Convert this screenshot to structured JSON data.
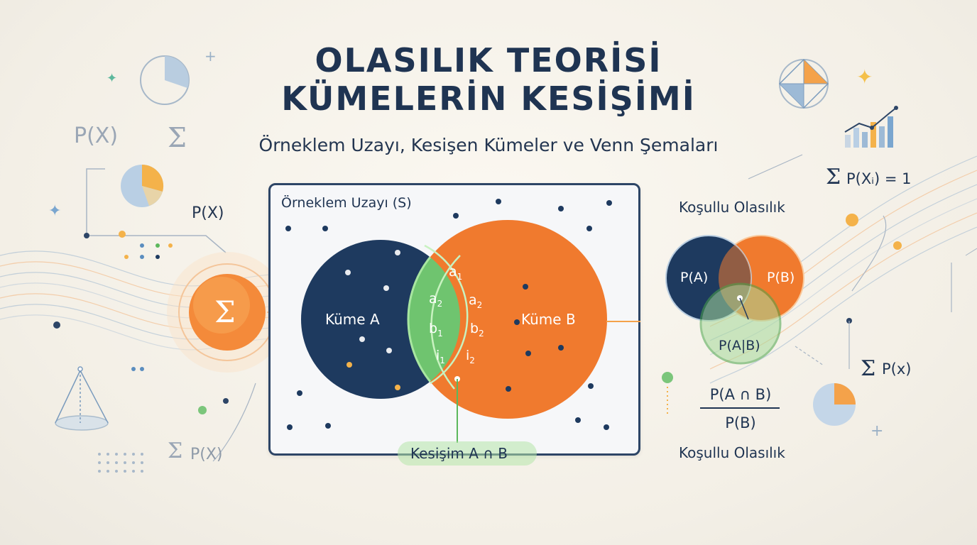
{
  "title_line1": "OLASILIK TEORİSİ",
  "title_line2": "KÜMELERİN KESİŞİMİ",
  "subtitle": "Örneklem Uzayı, Kesişen Kümeler ve Venn Şemaları",
  "sample_space_label": "Örneklem Uzayı (S)",
  "set_a_label": "Küme A",
  "set_b_label": "Küme B",
  "intersection_label": "Kesişim A ∩ B",
  "intersection_elements": [
    "a",
    "1",
    "a",
    "2",
    "a",
    "2",
    "b",
    "1",
    "b",
    "2",
    "i",
    "1",
    "i",
    "2"
  ],
  "conditional_title": "Koşullu Olasılık",
  "conditional_bottom": "Koşullu Olasılık",
  "p_a": "P(A)",
  "p_b": "P(B)",
  "p_a_given_b": "P(A|B)",
  "fraction_numerator": "P(A ∩ B)",
  "fraction_denominator": "P(B)",
  "left_px_1": "P(X)",
  "left_px_2": "P(X)",
  "left_px_3": "P(X)",
  "sigma": "Σ",
  "right_sum_1": "P(Xᵢ) = 1",
  "right_sum_2": "P(x)",
  "colors": {
    "navy": "#1e3a5f",
    "orange": "#f07a2e",
    "green": "#5cb85c",
    "title": "#1f3452"
  }
}
